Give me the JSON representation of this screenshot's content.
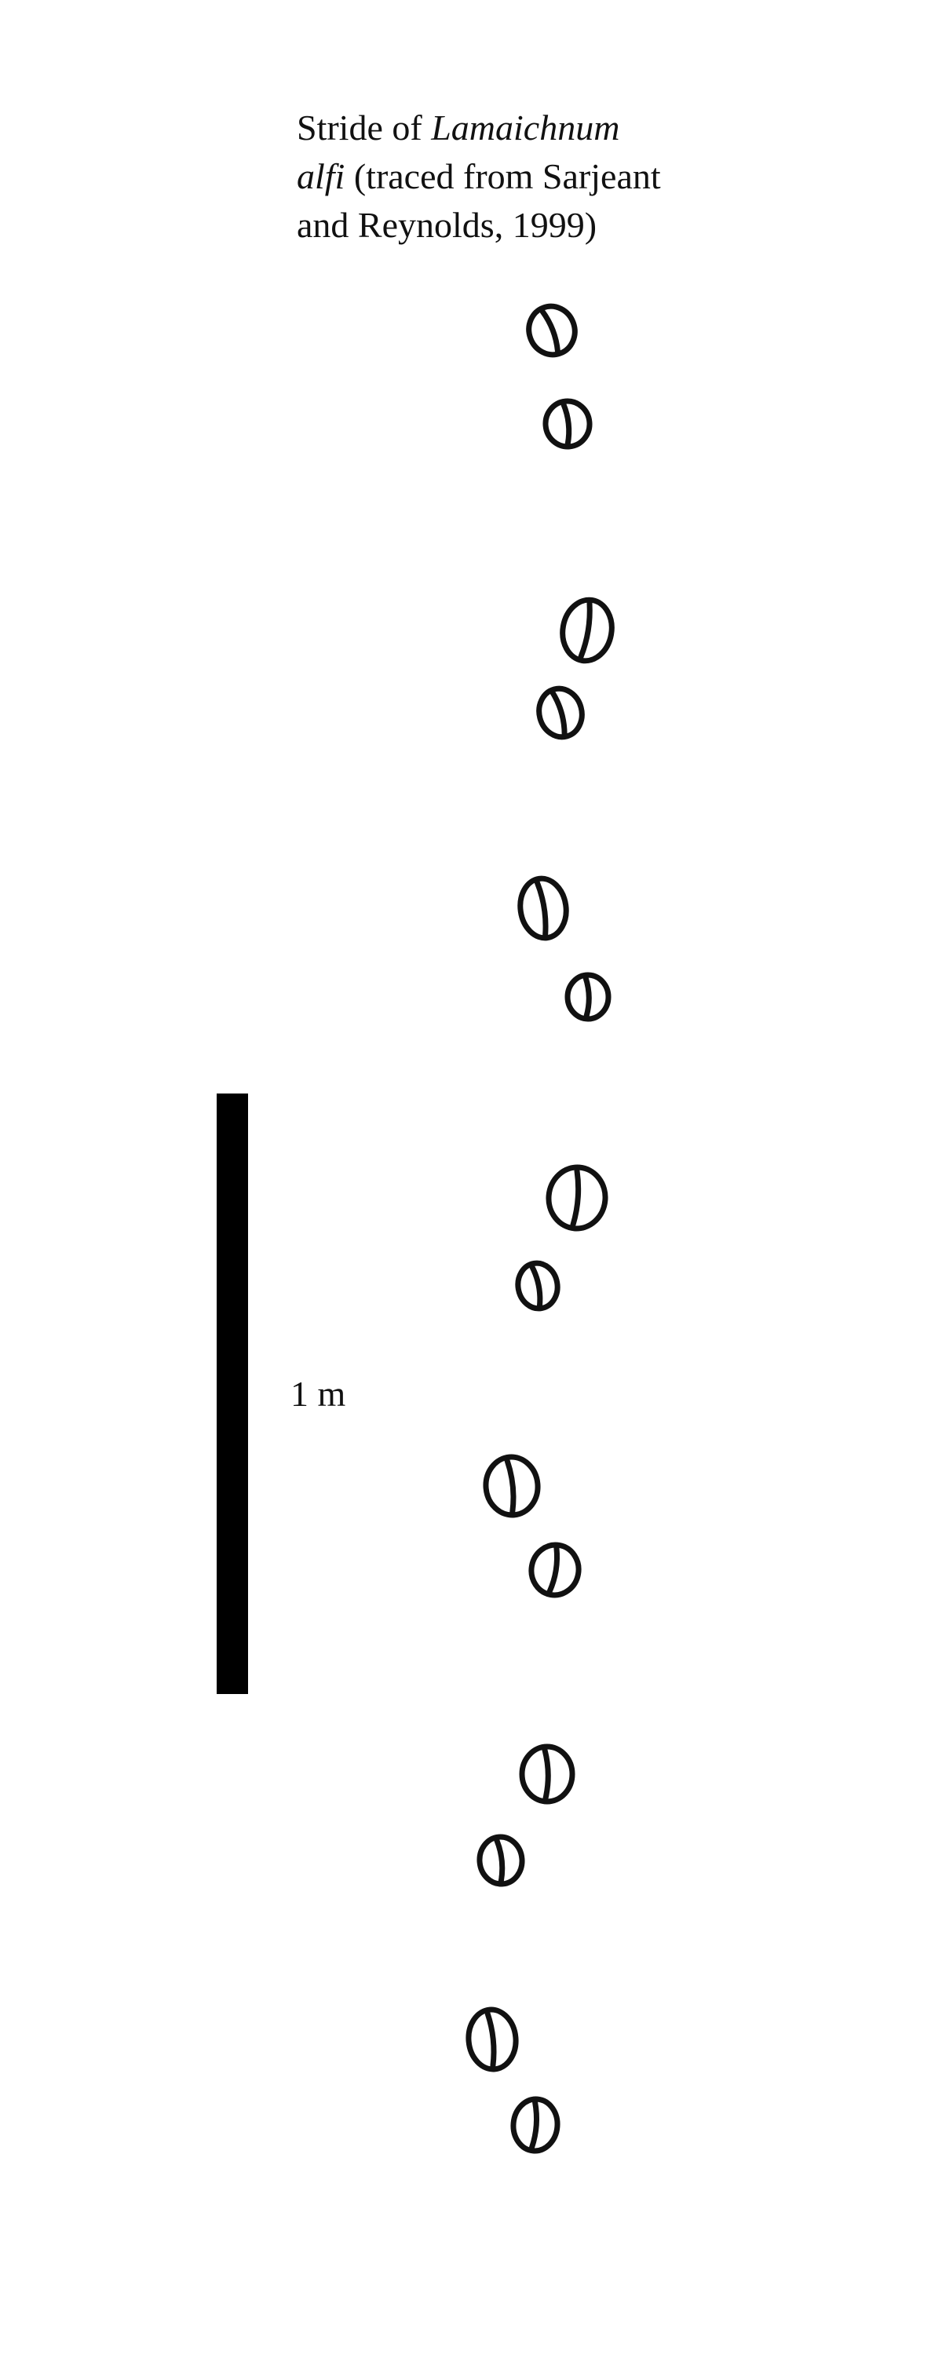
{
  "caption": {
    "prefix": "Stride of ",
    "genus": "Lamaichnum",
    "species": "alfi",
    "suffix_line2": " (traced from Sarjeant",
    "line3": "and Reynolds, 1999)"
  },
  "scale_bar": {
    "label": "1 m"
  },
  "footprints": [
    {
      "id": 1,
      "shape": "cloven-round"
    },
    {
      "id": 2,
      "shape": "cloven-round"
    },
    {
      "id": 3,
      "shape": "cloven-elongate"
    },
    {
      "id": 4,
      "shape": "cloven-round"
    },
    {
      "id": 5,
      "shape": "cloven-elongate"
    },
    {
      "id": 6,
      "shape": "cloven-round"
    },
    {
      "id": 7,
      "shape": "cloven-round"
    },
    {
      "id": 8,
      "shape": "cloven-round"
    },
    {
      "id": 9,
      "shape": "cloven-elongate"
    },
    {
      "id": 10,
      "shape": "cloven-round"
    },
    {
      "id": 11,
      "shape": "cloven-round"
    },
    {
      "id": 12,
      "shape": "cloven-round"
    },
    {
      "id": 13,
      "shape": "cloven-elongate"
    },
    {
      "id": 14,
      "shape": "cloven-round"
    }
  ],
  "colors": {
    "ink": "#111111",
    "background": "#ffffff"
  }
}
